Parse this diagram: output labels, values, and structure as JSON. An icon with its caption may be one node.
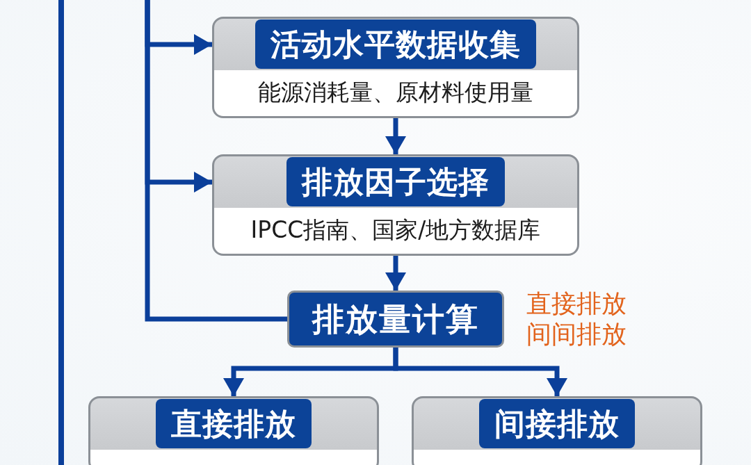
{
  "diagram": {
    "nodes": [
      {
        "text": [
          "活动水平数据收集",
          "能源消耗量、原材料使用量"
        ]
      },
      {
        "text": [
          "排放因子选择",
          "IPCC指南、国家/地方数据库"
        ]
      },
      {
        "text": [
          "排放量计算"
        ],
        "beside": [
          "直接排放",
          "间间排放"
        ]
      },
      {
        "text": [
          "直接排放"
        ]
      },
      {
        "text": [
          "间接排放"
        ]
      }
    ],
    "edges": [
      {
        "from": null,
        "to": 0,
        "arrow": "to"
      },
      {
        "from": null,
        "to": 1,
        "arrow": "to"
      },
      {
        "from": null,
        "to": 2,
        "arrow": "none"
      },
      {
        "from": 0,
        "to": 1,
        "arrow": "to"
      },
      {
        "from": 1,
        "to": 2,
        "arrow": "to"
      },
      {
        "from": 2,
        "to": 3,
        "arrow": "to"
      },
      {
        "from": 2,
        "to": 4,
        "arrow": "to"
      }
    ]
  }
}
